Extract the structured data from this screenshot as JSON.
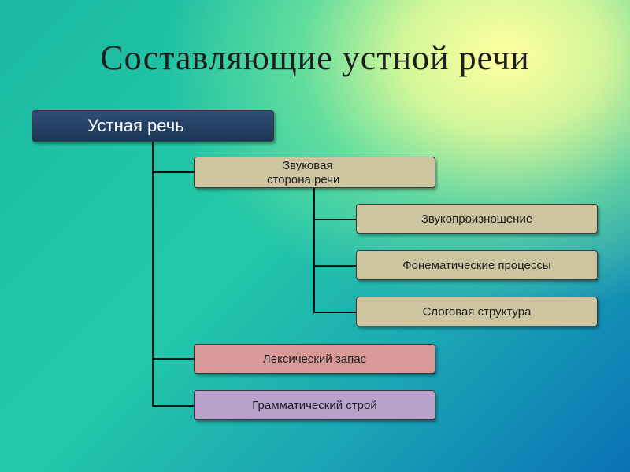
{
  "title": "Составляющие устной речи",
  "diagram": {
    "root": "Устная речь",
    "sound_side": {
      "line1": "Звуковая",
      "line2": "сторона речи",
      "children": [
        "Звукопроизношение",
        "Фонематические процессы",
        "Слоговая структура"
      ]
    },
    "lexical": "Лексический запас",
    "grammar": "Грамматический строй"
  }
}
